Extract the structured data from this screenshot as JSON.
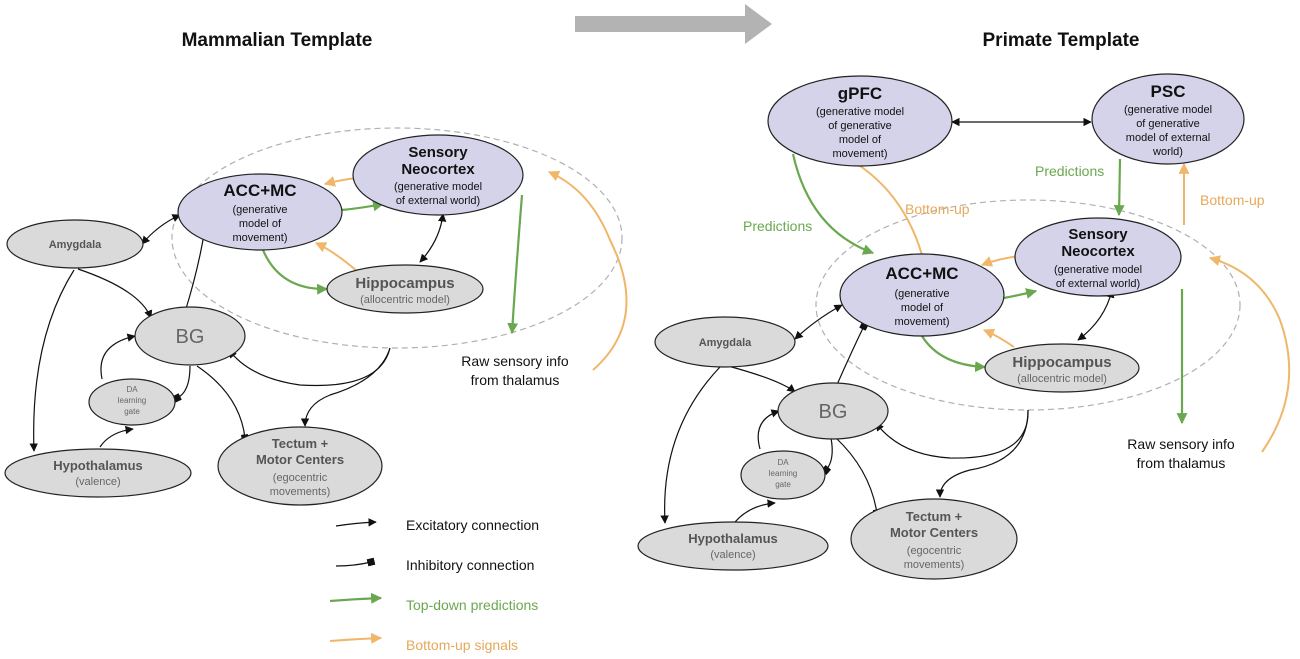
{
  "titles": {
    "left": "Mammalian Template",
    "right": "Primate Template"
  },
  "colors": {
    "purple_node": "#d4d3ea",
    "gray_node": "#dadada",
    "excitatory": "#111111",
    "top_down": "#6aa84f",
    "bottom_up": "#f0b66a",
    "dashed_region": "#b0b0b0",
    "transition_arrow": "#b3b3b3"
  },
  "left": {
    "acc_mc": {
      "title": "ACC+MC",
      "sub": [
        "(generative",
        "model of",
        "movement)"
      ]
    },
    "sensory": {
      "title": [
        "Sensory",
        "Neocortex"
      ],
      "sub": [
        "(generative model",
        "of external world)"
      ]
    },
    "hippocampus": {
      "title": "Hippocampus",
      "sub": "(allocentric model)"
    },
    "amygdala": "Amygdala",
    "bg": "BG",
    "da": [
      "DA",
      "learning",
      "gate"
    ],
    "hypothalamus": {
      "title": "Hypothalamus",
      "sub": "(valence)"
    },
    "tectum": {
      "title": [
        "Tectum +",
        "Motor Centers"
      ],
      "sub": [
        "(egocentric",
        "movements)"
      ]
    },
    "raw": [
      "Raw sensory info",
      "from thalamus"
    ]
  },
  "right": {
    "gpfc": {
      "title": "gPFC",
      "sub": [
        "(generative model",
        "of generative",
        "model of",
        "movement)"
      ]
    },
    "psc": {
      "title": "PSC",
      "sub": [
        "(generative model",
        "of generative",
        "model of external",
        "world)"
      ]
    },
    "acc_mc": {
      "title": "ACC+MC",
      "sub": [
        "(generative",
        "model of",
        "movement)"
      ]
    },
    "sensory": {
      "title": [
        "Sensory",
        "Neocortex"
      ],
      "sub": [
        "(generative model",
        "of external world)"
      ]
    },
    "hippocampus": {
      "title": "Hippocampus",
      "sub": "(allocentric model)"
    },
    "amygdala": "Amygdala",
    "bg": "BG",
    "da": [
      "DA",
      "learning",
      "gate"
    ],
    "hypothalamus": {
      "title": "Hypothalamus",
      "sub": "(valence)"
    },
    "tectum": {
      "title": [
        "Tectum +",
        "Motor Centers"
      ],
      "sub": [
        "(egocentric",
        "movements)"
      ]
    },
    "raw": [
      "Raw sensory info",
      "from thalamus"
    ],
    "predictions_left": "Predictions",
    "predictions_right": "Predictions",
    "bottomup_left": "Bottom-up",
    "bottomup_right": "Bottom-up"
  },
  "legend": {
    "excitatory": "Excitatory connection",
    "inhibitory": "Inhibitory connection",
    "top_down": "Top-down predictions",
    "bottom_up": "Bottom-up signals"
  }
}
